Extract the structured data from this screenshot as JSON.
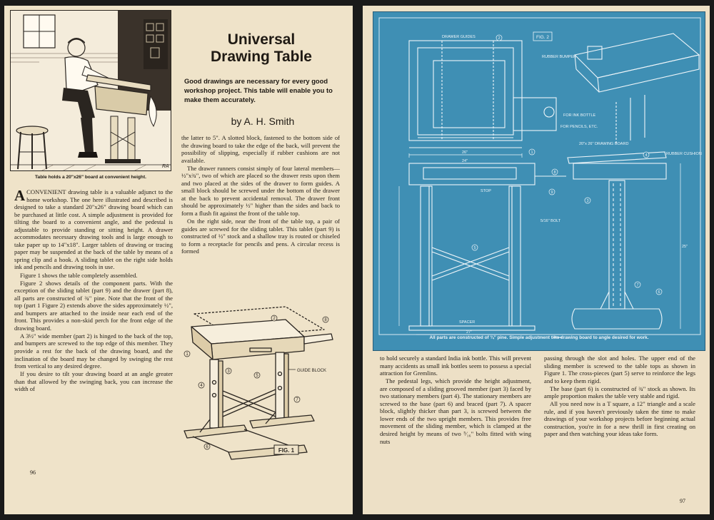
{
  "article": {
    "title_line1": "Universal",
    "title_line2": "Drawing Table",
    "intro": "Good drawings are necessary for every good workshop project. This table will enable you to make them accurately.",
    "byline": "by A. H. Smith",
    "hero_caption": "Table holds a 20\"x26\" board at convenient height.",
    "hero_signature": "RA"
  },
  "left_col1": {
    "dropcap": "A",
    "p1": "CONVENIENT drawing table is a valuable adjunct to the home workshop. The one here illustrated and described is designed to take a standard 20\"x26\" drawing board which can be purchased at little cost. A simple adjustment is provided for tilting the board to a convenient angle, and the pedestal is adjustable to provide standing or sitting height. A drawer accommodates necessary drawing tools and is large enough to take paper up to 14\"x18\". Larger tablets of drawing or tracing paper may be suspended at the back of the table by means of a spring clip and a hook. A sliding tablet on the right side holds ink and pencils and drawing tools in use.",
    "p2": "Figure 1 shows the table completely assembled.",
    "p3": "Figure 2 shows details of the component parts. With the exception of the sliding tablet (part 9) and the drawer (part 8), all parts are constructed of ¾\" pine. Note that the front of the top (part 1 Figure 2) extends above the sides approximately ½\", and bumpers are attached to the inside near each end of the front. This provides a non-skid perch for the front edge of the drawing board.",
    "p4": "A 3½\" wide member (part 2) is hinged to the back of the top, and bumpers are screwed to the top edge of this member. They provide a rest for the back of the drawing board, and the inclination of the board may be changed by swinging the rest from vertical to any desired degree.",
    "p5": "If you desire to tilt your drawing board at an angle greater than that allowed by the swinging back, you can increase the width of"
  },
  "left_col2": {
    "p1": "the latter to 5\". A slotted block, fastened to the bottom side of the drawing board to take the edge of the back, will prevent the possibility of slipping, especially if rubber cushions are not available.",
    "p2": "The drawer runners consist simply of four lateral members—½\"x¾\", two of which are placed so the drawer rests upon them and two placed at the sides of the drawer to form guides. A small block should be screwed under the bottom of the drawer at the back to prevent accidental removal. The drawer front should be approximately ½\" higher than the sides and back to form a flush fit against the front of the table top.",
    "p3": "On the right side, near the front of the table top, a pair of guides are screwed for the sliding tablet. This tablet (part 9) is constructed of ½\" stock and a shallow tray is routed or chiseled to form a receptacle for pencils and pens. A circular recess is formed"
  },
  "right_col1": {
    "p1": "to hold securely a standard India ink bottle. This will prevent many accidents as small ink bottles seem to possess a special attraction for Gremlins.",
    "p2": "The pedestal legs, which provide the height adjustment, are composed of a sliding grooved member (part 3) faced by two stationary members (part 4). The stationary members are screwed to the base (part 6) and braced (part 7). A spacer block, slightly thicker than part 3, is screwed between the lower ends of the two upright members. This provides free movement of the sliding member, which is clamped at the desired height by means of two ⁵⁄₁₆\" bolts fitted with wing nuts"
  },
  "right_col2": {
    "p1": "passing through the slot and holes. The upper end of the sliding member is screwed to the table tops as shown in Figure 1. The cross-pieces (part 5) serve to reinforce the legs and to keep them rigid.",
    "p2": "The base (part 6) is constructed of ¾\" stock as shown. Its ample proportion makes the table very stable and rigid.",
    "p3": "All you need now is a T square, a 12\" triangle and a scale rule, and if you haven't previously taken the time to make drawings of your workshop projects before beginning actual construction, you're in for a new thrill in first creating on paper and then watching your ideas take form."
  },
  "figure1": {
    "label": "FIG. 1",
    "guide_block": "GUIDE BLOCK",
    "callouts": [
      "1",
      "2",
      "3",
      "4",
      "5",
      "6",
      "7",
      "8"
    ]
  },
  "figure2": {
    "label": "FIG. 2",
    "caption": "All parts are constructed of ¾\" pine. Simple adjustment tilts drawing board to angle desired for work.",
    "labels": {
      "drawer_guides": "DRAWER GUIDES",
      "rubber_bumper": "RUBBER BUMPER",
      "for_ink_bottle": "FOR INK BOTTLE",
      "for_pencils": "FOR PENCILS, ETC.",
      "drawing_board": "20\"x 26\" DRAWING BOARD",
      "rubber_cushion": "RUBBER CUSHION",
      "stop": "STOP",
      "bolt": "5/16\" BOLT",
      "spacer": "SPACER",
      "dim_26": "26\"",
      "dim_24": "24\"",
      "dim_27": "27\"",
      "dim_25": "25\""
    },
    "callouts": [
      "1",
      "2",
      "3",
      "4",
      "5",
      "6",
      "7",
      "8",
      "9"
    ]
  },
  "pages": {
    "left": "96",
    "right": "97"
  },
  "colors": {
    "paper": "#efe3c9",
    "ink": "#1f1a14",
    "blueprint": "#3f8fb4",
    "blueprint_line": "#eef5f9"
  }
}
